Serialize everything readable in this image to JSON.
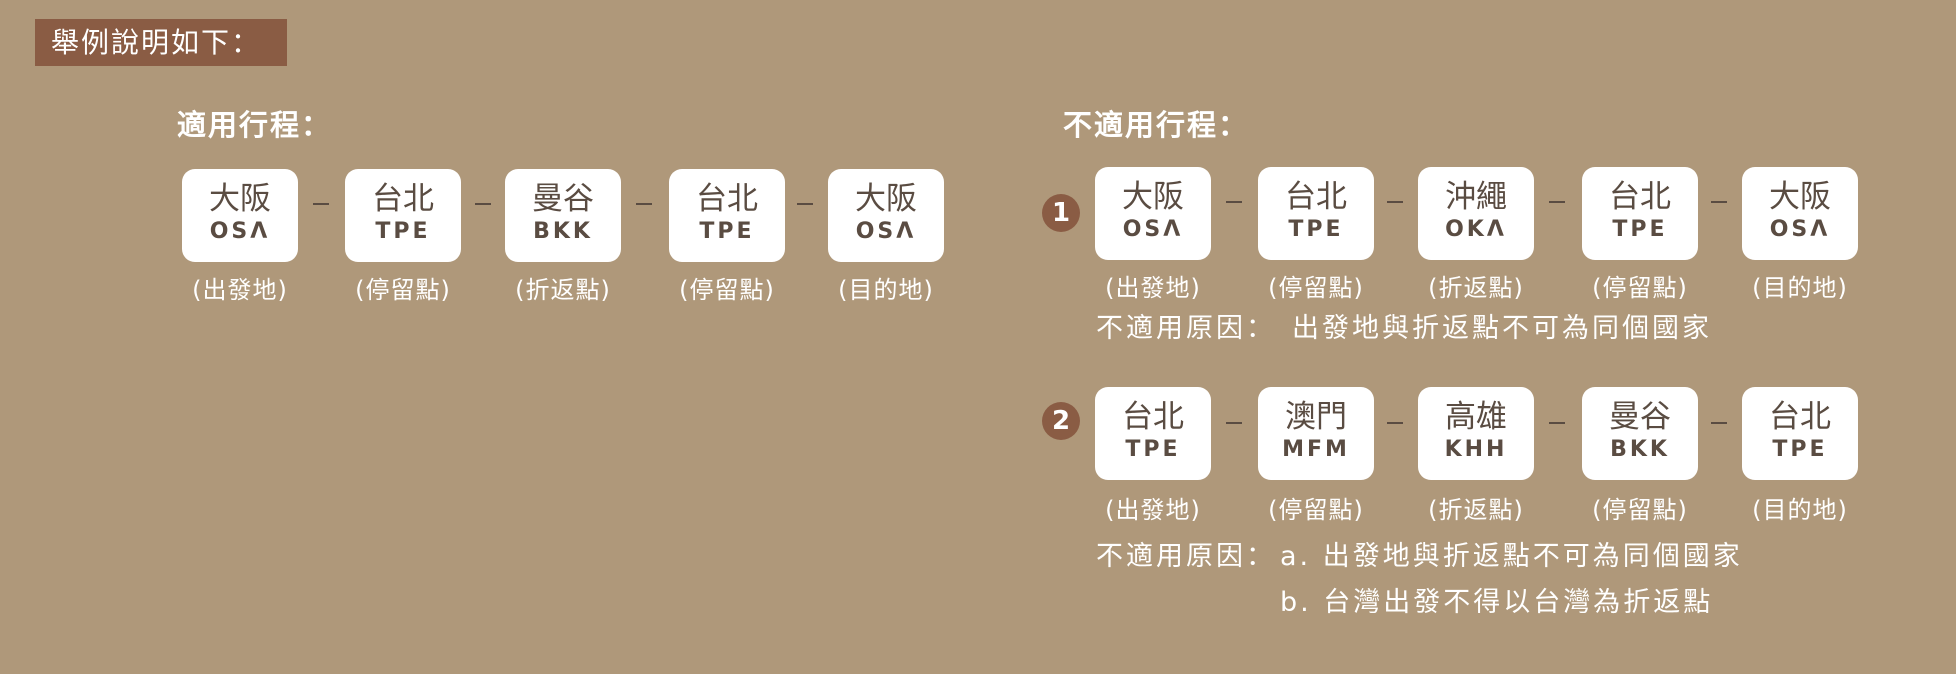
{
  "heading": "舉例說明如下：",
  "applicable": {
    "title": "適用行程：",
    "stops": [
      {
        "city": "大阪",
        "code": "OSΛ",
        "role": "(出發地)"
      },
      {
        "city": "台北",
        "code": "TPE",
        "role": "(停留點)"
      },
      {
        "city": "曼谷",
        "code": "BKK",
        "role": "(折返點)"
      },
      {
        "city": "台北",
        "code": "TPE",
        "role": "(停留點)"
      },
      {
        "city": "大阪",
        "code": "OSΛ",
        "role": "(目的地)"
      }
    ]
  },
  "not_applicable": {
    "title": "不適用行程：",
    "example1": {
      "number": "1",
      "stops": [
        {
          "city": "大阪",
          "code": "OSΛ",
          "role": "(出發地)"
        },
        {
          "city": "台北",
          "code": "TPE",
          "role": "(停留點)"
        },
        {
          "city": "沖繩",
          "code": "OKΛ",
          "role": "(折返點)"
        },
        {
          "city": "台北",
          "code": "TPE",
          "role": "(停留點)"
        },
        {
          "city": "大阪",
          "code": "OSΛ",
          "role": "(目的地)"
        }
      ],
      "reason_label": "不適用原因：",
      "reason": "出發地與折返點不可為同個國家"
    },
    "example2": {
      "number": "2",
      "stops": [
        {
          "city": "台北",
          "code": "TPE",
          "role": "(出發地)"
        },
        {
          "city": "澳門",
          "code": "MFM",
          "role": "(停留點)"
        },
        {
          "city": "高雄",
          "code": "KHH",
          "role": "(折返點)"
        },
        {
          "city": "曼谷",
          "code": "BKK",
          "role": "(停留點)"
        },
        {
          "city": "台北",
          "code": "TPE",
          "role": "(目的地)"
        }
      ],
      "reason_label": "不適用原因：",
      "reason_a": "a. 出發地與折返點不可為同個國家",
      "reason_b": "b. 台灣出發不得以台灣為折返點"
    }
  }
}
